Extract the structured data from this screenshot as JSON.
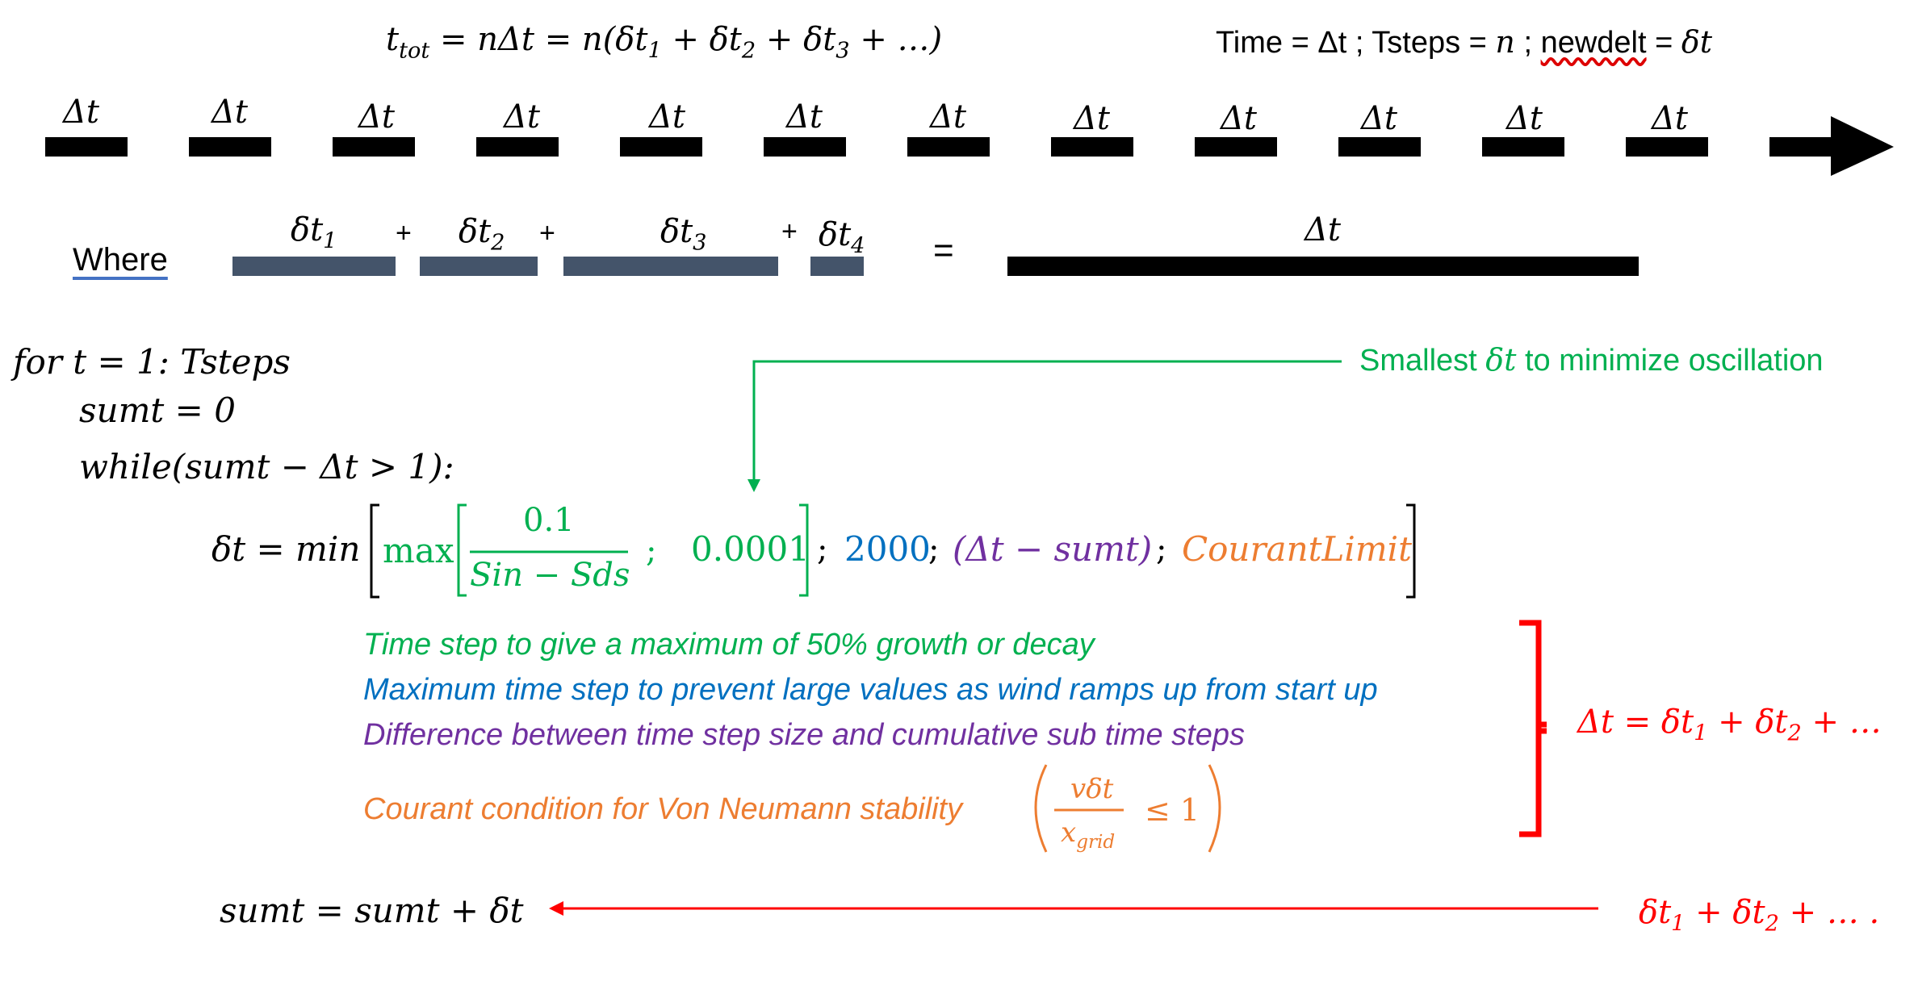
{
  "header": {
    "eq_lhs": "t",
    "eq_lhs_sub": "tot",
    "eq_mid": "= nΔt = n(δt",
    "eq_p1": " + δt",
    "eq_p2": " + δt",
    "eq_tail": " +  …)",
    "sub1": "1",
    "sub2": "2",
    "sub3": "3",
    "legend": "Time = Δt ; Tsteps = ",
    "legend_n": "n",
    "legend_semi": " ; ",
    "legend_newdelt": "newdelt",
    "legend_eq": " = ",
    "legend_dt": "δt"
  },
  "timeline": {
    "labels": [
      "Δt",
      "Δt",
      "Δt",
      "Δt",
      "Δt",
      "Δt",
      "Δt",
      "Δt",
      "Δt",
      "Δt",
      "Δt",
      "Δt"
    ]
  },
  "where_row": {
    "where": "Where",
    "sub_labels": [
      {
        "sym": "δt",
        "sub": "1"
      },
      {
        "sym": "δt",
        "sub": "2"
      },
      {
        "sym": "δt",
        "sub": "3"
      },
      {
        "sym": "δt",
        "sub": "4"
      }
    ],
    "plus": "+",
    "equals": "=",
    "total": "Δt"
  },
  "code": {
    "line1": "for t = 1: Tsteps",
    "line2": "sumt = 0",
    "line3": "while(sumt  − Δt > 1):",
    "dt_lhs": "δt = min",
    "max": "max",
    "num": "0.1",
    "den": "Sin − Sds",
    "semi1": " ;  ",
    "min_dt": "0.0001",
    "semi2": "; ",
    "max_dt": "2000",
    "semi3": " ; ",
    "diff": "(Δt  − sumt)",
    "semi4": "; ",
    "courant": "CourantLimit",
    "last": "sumt = sumt + δt"
  },
  "notes": {
    "smallest_pre": "Smallest ",
    "smallest_dt": "δt",
    "smallest_post": " to minimize oscillation",
    "n1": "Time step to give a maximum of 50% growth or decay",
    "n2": "Maximum time step to prevent large values as wind ramps up from start up",
    "n3": "Difference between time step size and cumulative sub time steps",
    "n4": "Courant condition for Von Neumann stability",
    "c_num": "vδt",
    "c_den": "x",
    "c_den_sub": "grid",
    "c_rel": "≤ 1",
    "brace_eq": "Δt = δt",
    "brace_p": " + δt",
    "brace_tail": " +  …",
    "bottom_a": "δt",
    "bottom_b": " + δt",
    "bottom_tail": " +  … ."
  },
  "colors": {
    "green": "#00b050",
    "blue": "#0070c0",
    "purple": "#7030a0",
    "orange": "#ed7d31",
    "red": "#ff0000",
    "slate": "#44546a"
  }
}
